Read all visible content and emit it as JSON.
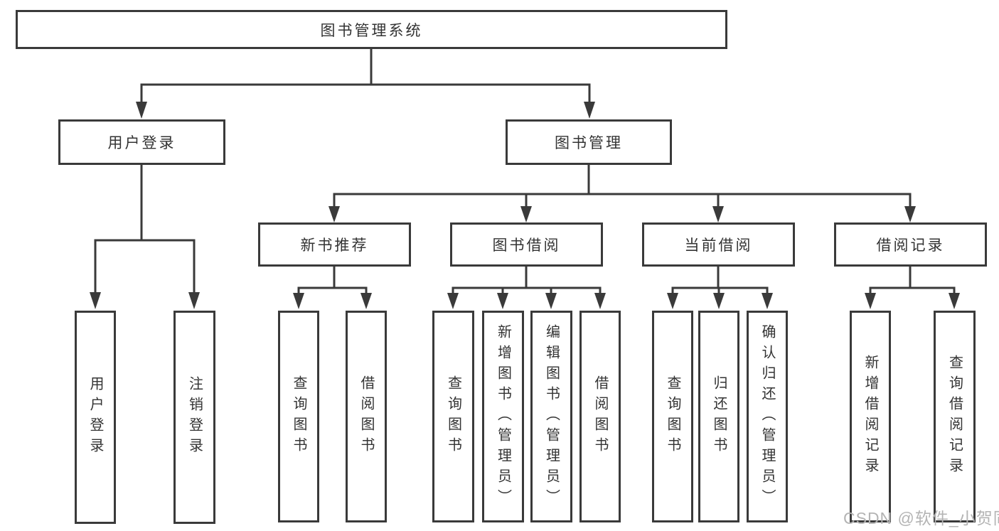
{
  "colors": {
    "line": "#3a3a3a",
    "text": "#333333",
    "watermark": "#b4b4b4",
    "background": "#ffffff"
  },
  "tree": {
    "root": "图书管理系统",
    "branches": [
      {
        "label": "用户登录",
        "children": [
          {
            "label": "用户登录"
          },
          {
            "label": "注销登录"
          }
        ]
      },
      {
        "label": "图书管理",
        "children": [
          {
            "label": "新书推荐",
            "children": [
              {
                "label": "查询图书"
              },
              {
                "label": "借阅图书"
              }
            ]
          },
          {
            "label": "图书借阅",
            "children": [
              {
                "label": "查询图书"
              },
              {
                "label": "新增图书（管理员）"
              },
              {
                "label": "编辑图书（管理员）"
              },
              {
                "label": "借阅图书"
              }
            ]
          },
          {
            "label": "当前借阅",
            "children": [
              {
                "label": "查询图书"
              },
              {
                "label": "归还图书"
              },
              {
                "label": "确认归还（管理员）"
              }
            ]
          },
          {
            "label": "借阅记录",
            "children": [
              {
                "label": "新增借阅记录"
              },
              {
                "label": "查询借阅记录"
              }
            ]
          }
        ]
      }
    ]
  },
  "watermark": {
    "text": "CSDN @软件_小贺同学"
  }
}
